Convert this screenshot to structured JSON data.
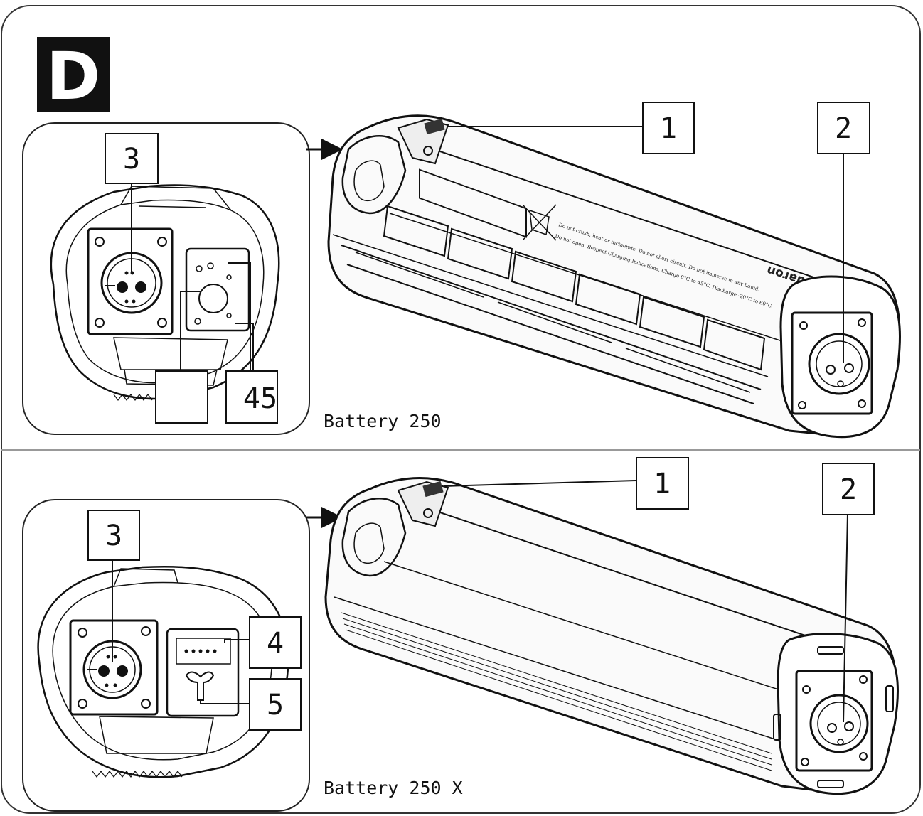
{
  "section": {
    "letter": "D"
  },
  "top_panel": {
    "caption": "Battery 250",
    "callouts": {
      "c1": "1",
      "c2": "2",
      "c3": "3",
      "c45": "45",
      "c_blank": ""
    },
    "brand_text": "ouaron",
    "warning_text_line1": "Do not crush, heat or incinerate. Do not short circuit. Do not immerse in any liquid.",
    "warning_text_line2": "Do not open. Respect Charging Indications. Charge 0°C to 45°C. Discharge -20°C to 60°C."
  },
  "bottom_panel": {
    "caption": "Battery 250 X",
    "callouts": {
      "c1": "1",
      "c2": "2",
      "c3": "3",
      "c4": "4",
      "c5": "5"
    }
  }
}
